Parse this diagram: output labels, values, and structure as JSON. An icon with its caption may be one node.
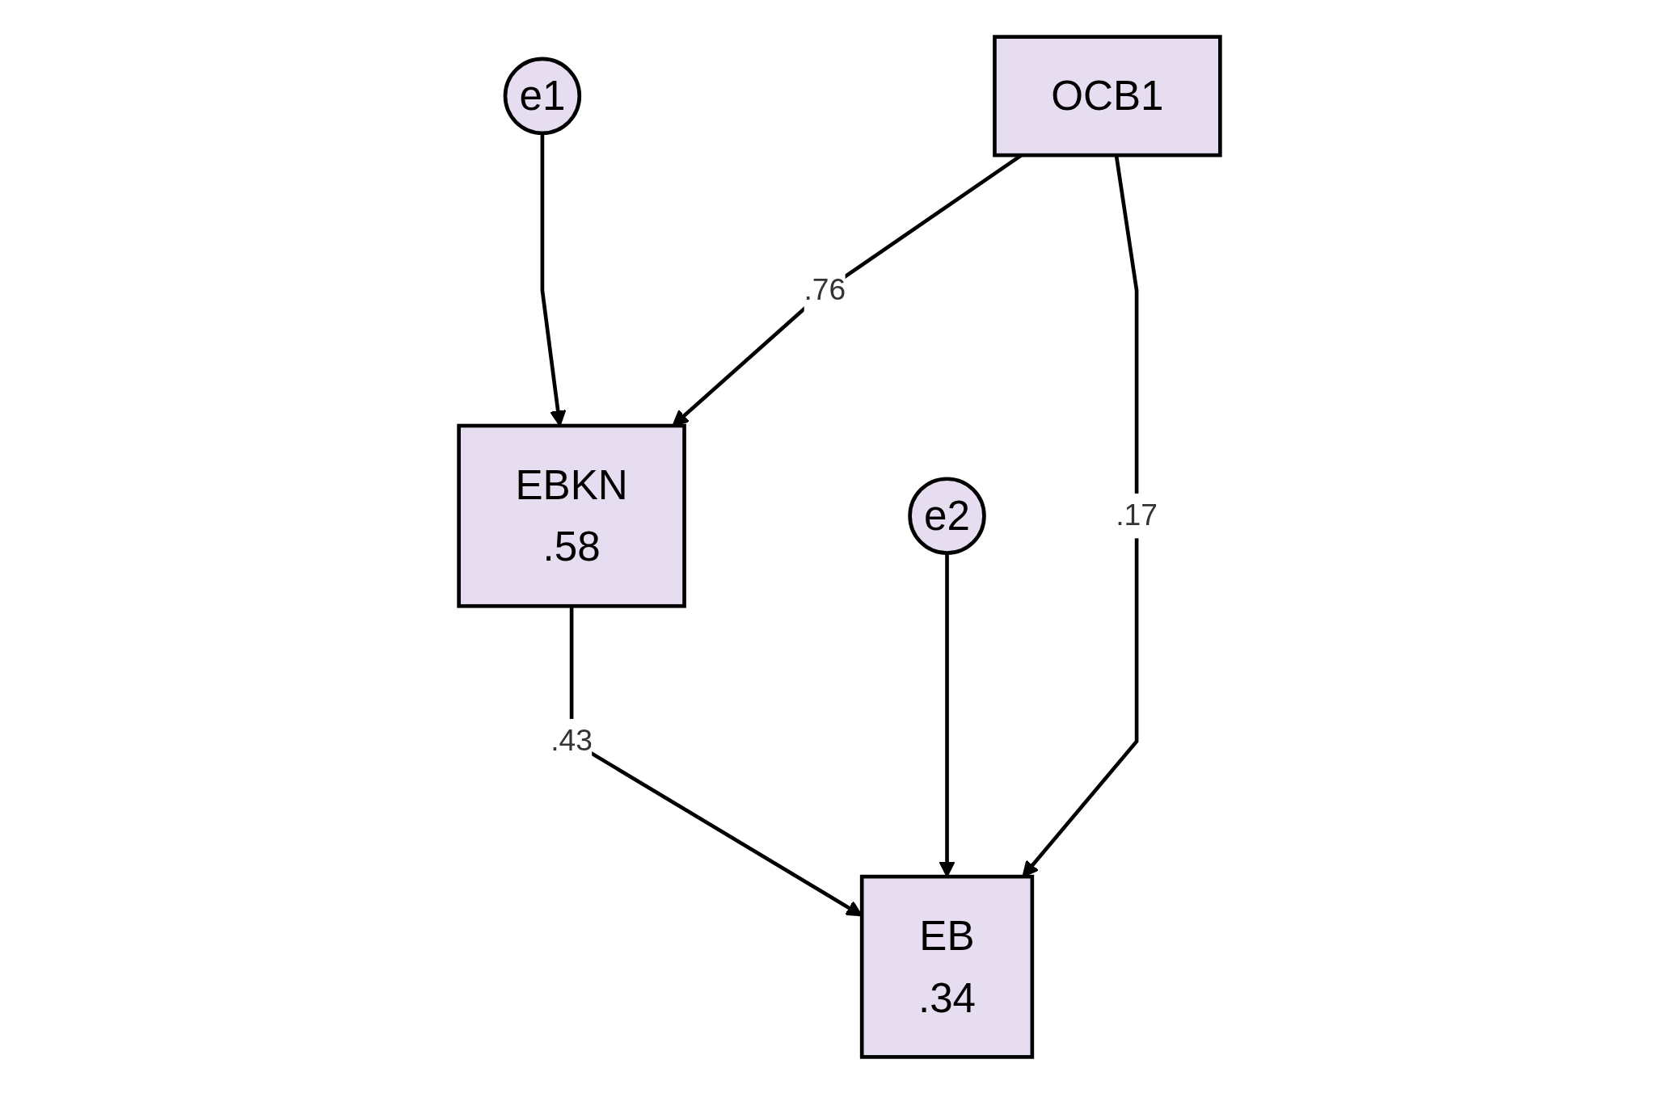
{
  "diagram": {
    "nodes": [
      {
        "text": [
          "e1"
        ]
      },
      {
        "text": [
          "EBKN",
          ".58"
        ]
      },
      {
        "text": [
          "e2"
        ]
      },
      {
        "text": [
          "OCB1"
        ]
      },
      {
        "text": [
          "EB",
          ".34"
        ]
      }
    ],
    "edges": [
      {
        "from": 0,
        "to": 1,
        "arrow": "to"
      },
      {
        "from": 3,
        "to": 1,
        "label": ".76",
        "arrow": "to"
      },
      {
        "from": 1,
        "to": 4,
        "label": ".43",
        "arrow": "to"
      },
      {
        "from": 2,
        "to": 4,
        "arrow": "to"
      },
      {
        "from": 3,
        "to": 4,
        "label": ".17",
        "arrow": "to"
      }
    ]
  }
}
